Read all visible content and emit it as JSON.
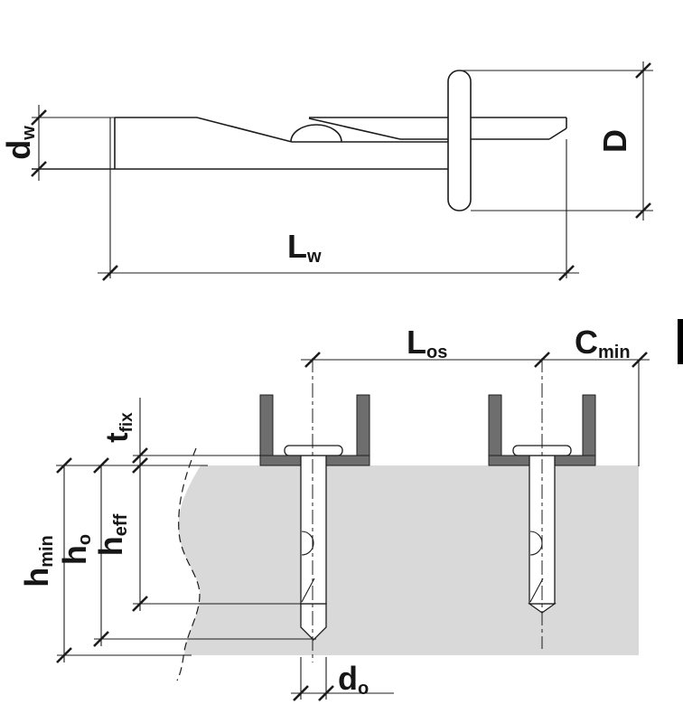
{
  "diagram": {
    "type": "technical-drawing-anchor-installation",
    "colors": {
      "line": "#1c1c1c",
      "concrete_fill": "#d9d9d9",
      "channel_fill": "#6e6e6e",
      "channel_stroke": "#2b2b2b",
      "anchor_fill": "#ffffff",
      "background": "#ffffff",
      "edge_bar": "#000000"
    },
    "labels": {
      "dw": {
        "main": "d",
        "sub": "w"
      },
      "Lw": {
        "main": "L",
        "sub": "w"
      },
      "D": {
        "main": "D",
        "sub": ""
      },
      "Los": {
        "main": "L",
        "sub": "os"
      },
      "Cmin": {
        "main": "C",
        "sub": "min"
      },
      "tfix": {
        "main": "t",
        "sub": "fix"
      },
      "hmin": {
        "main": "h",
        "sub": "min"
      },
      "ho": {
        "main": "h",
        "sub": "o"
      },
      "heff": {
        "main": "h",
        "sub": "eff"
      },
      "do": {
        "main": "d",
        "sub": "o"
      }
    }
  }
}
